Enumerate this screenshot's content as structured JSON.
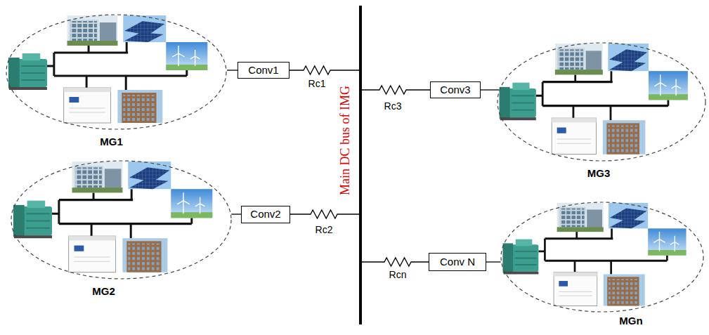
{
  "diagram": {
    "nodes": [
      {
        "text": [
          "MG1"
        ]
      },
      {
        "text": [
          "Conv1"
        ]
      },
      {
        "text": [
          "Main DC bus of IMG"
        ]
      },
      {
        "text": [
          "Conv3"
        ]
      },
      {
        "text": [
          "MG3"
        ]
      },
      {
        "text": [
          "MG2"
        ]
      },
      {
        "text": [
          "Conv2"
        ]
      },
      {
        "text": [
          "Conv N"
        ]
      },
      {
        "text": [
          "MGn"
        ]
      }
    ],
    "edges": [
      {
        "from": 0,
        "to": 1,
        "arrow": "none"
      },
      {
        "from": 1,
        "to": 2,
        "label": "Rc1",
        "arrow": "none"
      },
      {
        "from": 3,
        "to": 2,
        "label": "Rc3",
        "arrow": "none"
      },
      {
        "from": 4,
        "to": 3,
        "arrow": "none"
      },
      {
        "from": 5,
        "to": 6,
        "arrow": "none"
      },
      {
        "from": 6,
        "to": 2,
        "label": "Rc2",
        "arrow": "none"
      },
      {
        "from": 7,
        "to": 2,
        "label": "Rcn",
        "arrow": "none"
      },
      {
        "from": 8,
        "to": 7,
        "arrow": "none"
      }
    ]
  }
}
